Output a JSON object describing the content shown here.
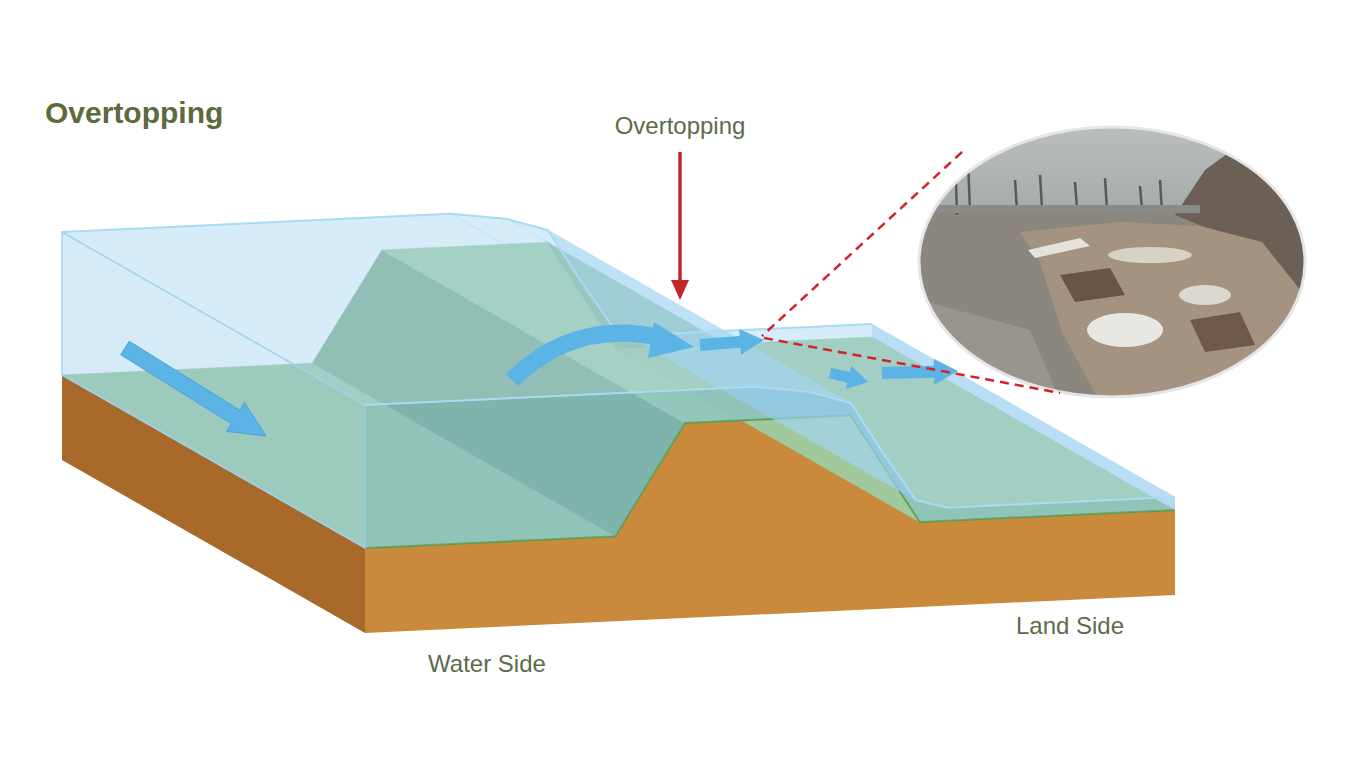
{
  "diagram": {
    "title": "Overtopping",
    "labels": [
      "Overtopping",
      "Water Side",
      "Land Side"
    ]
  }
}
